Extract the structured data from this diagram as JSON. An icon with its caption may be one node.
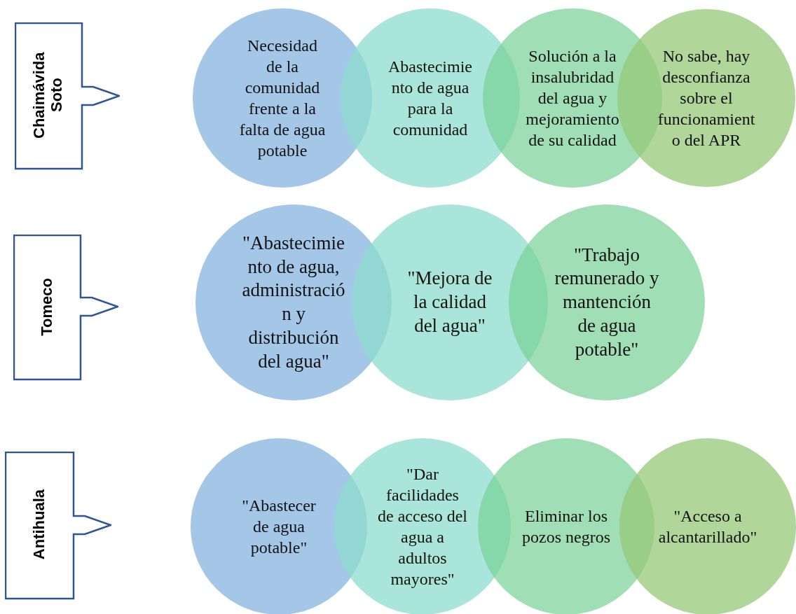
{
  "diagram": {
    "nodes": [
      {
        "text": [
          "Chaimávida Soto"
        ]
      },
      {
        "text": [
          "Necesidad de la comunidad frente a la falta de agua potable"
        ]
      },
      {
        "text": [
          "Abastecimiento de agua para la comunidad"
        ]
      },
      {
        "text": [
          "Solución a la insalubridad del agua y mejoramiento de su calidad"
        ]
      },
      {
        "text": [
          "No sabe, hay desconfianza sobre el funcionamiento del APR"
        ]
      },
      {
        "text": [
          "Tomeco"
        ]
      },
      {
        "text": [
          "\"Abastecimiento de agua, administración y distribución del agua\""
        ]
      },
      {
        "text": [
          "\"Mejora de la calidad del agua\""
        ]
      },
      {
        "text": [
          "\"Trabajo remunerado y mantención de agua potable\""
        ]
      },
      {
        "text": [
          "Antihuala"
        ]
      },
      {
        "text": [
          "\"Abastecer de agua potable\""
        ]
      },
      {
        "text": [
          "\"Dar facilidades de acceso del agua a adultos mayores\""
        ]
      },
      {
        "text": [
          "Eliminar los pozos negros"
        ]
      },
      {
        "text": [
          "\"Acceso a alcantarillado\""
        ]
      }
    ]
  }
}
